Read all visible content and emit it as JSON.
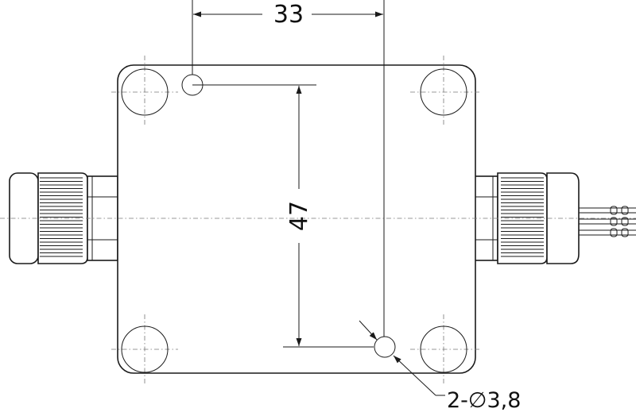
{
  "dimensions": {
    "horizontal_spacing": "33",
    "vertical_spacing": "47",
    "hole_note": "2-∅3,8"
  },
  "colors": {
    "line": "#1a1a1a",
    "background": "#ffffff"
  }
}
